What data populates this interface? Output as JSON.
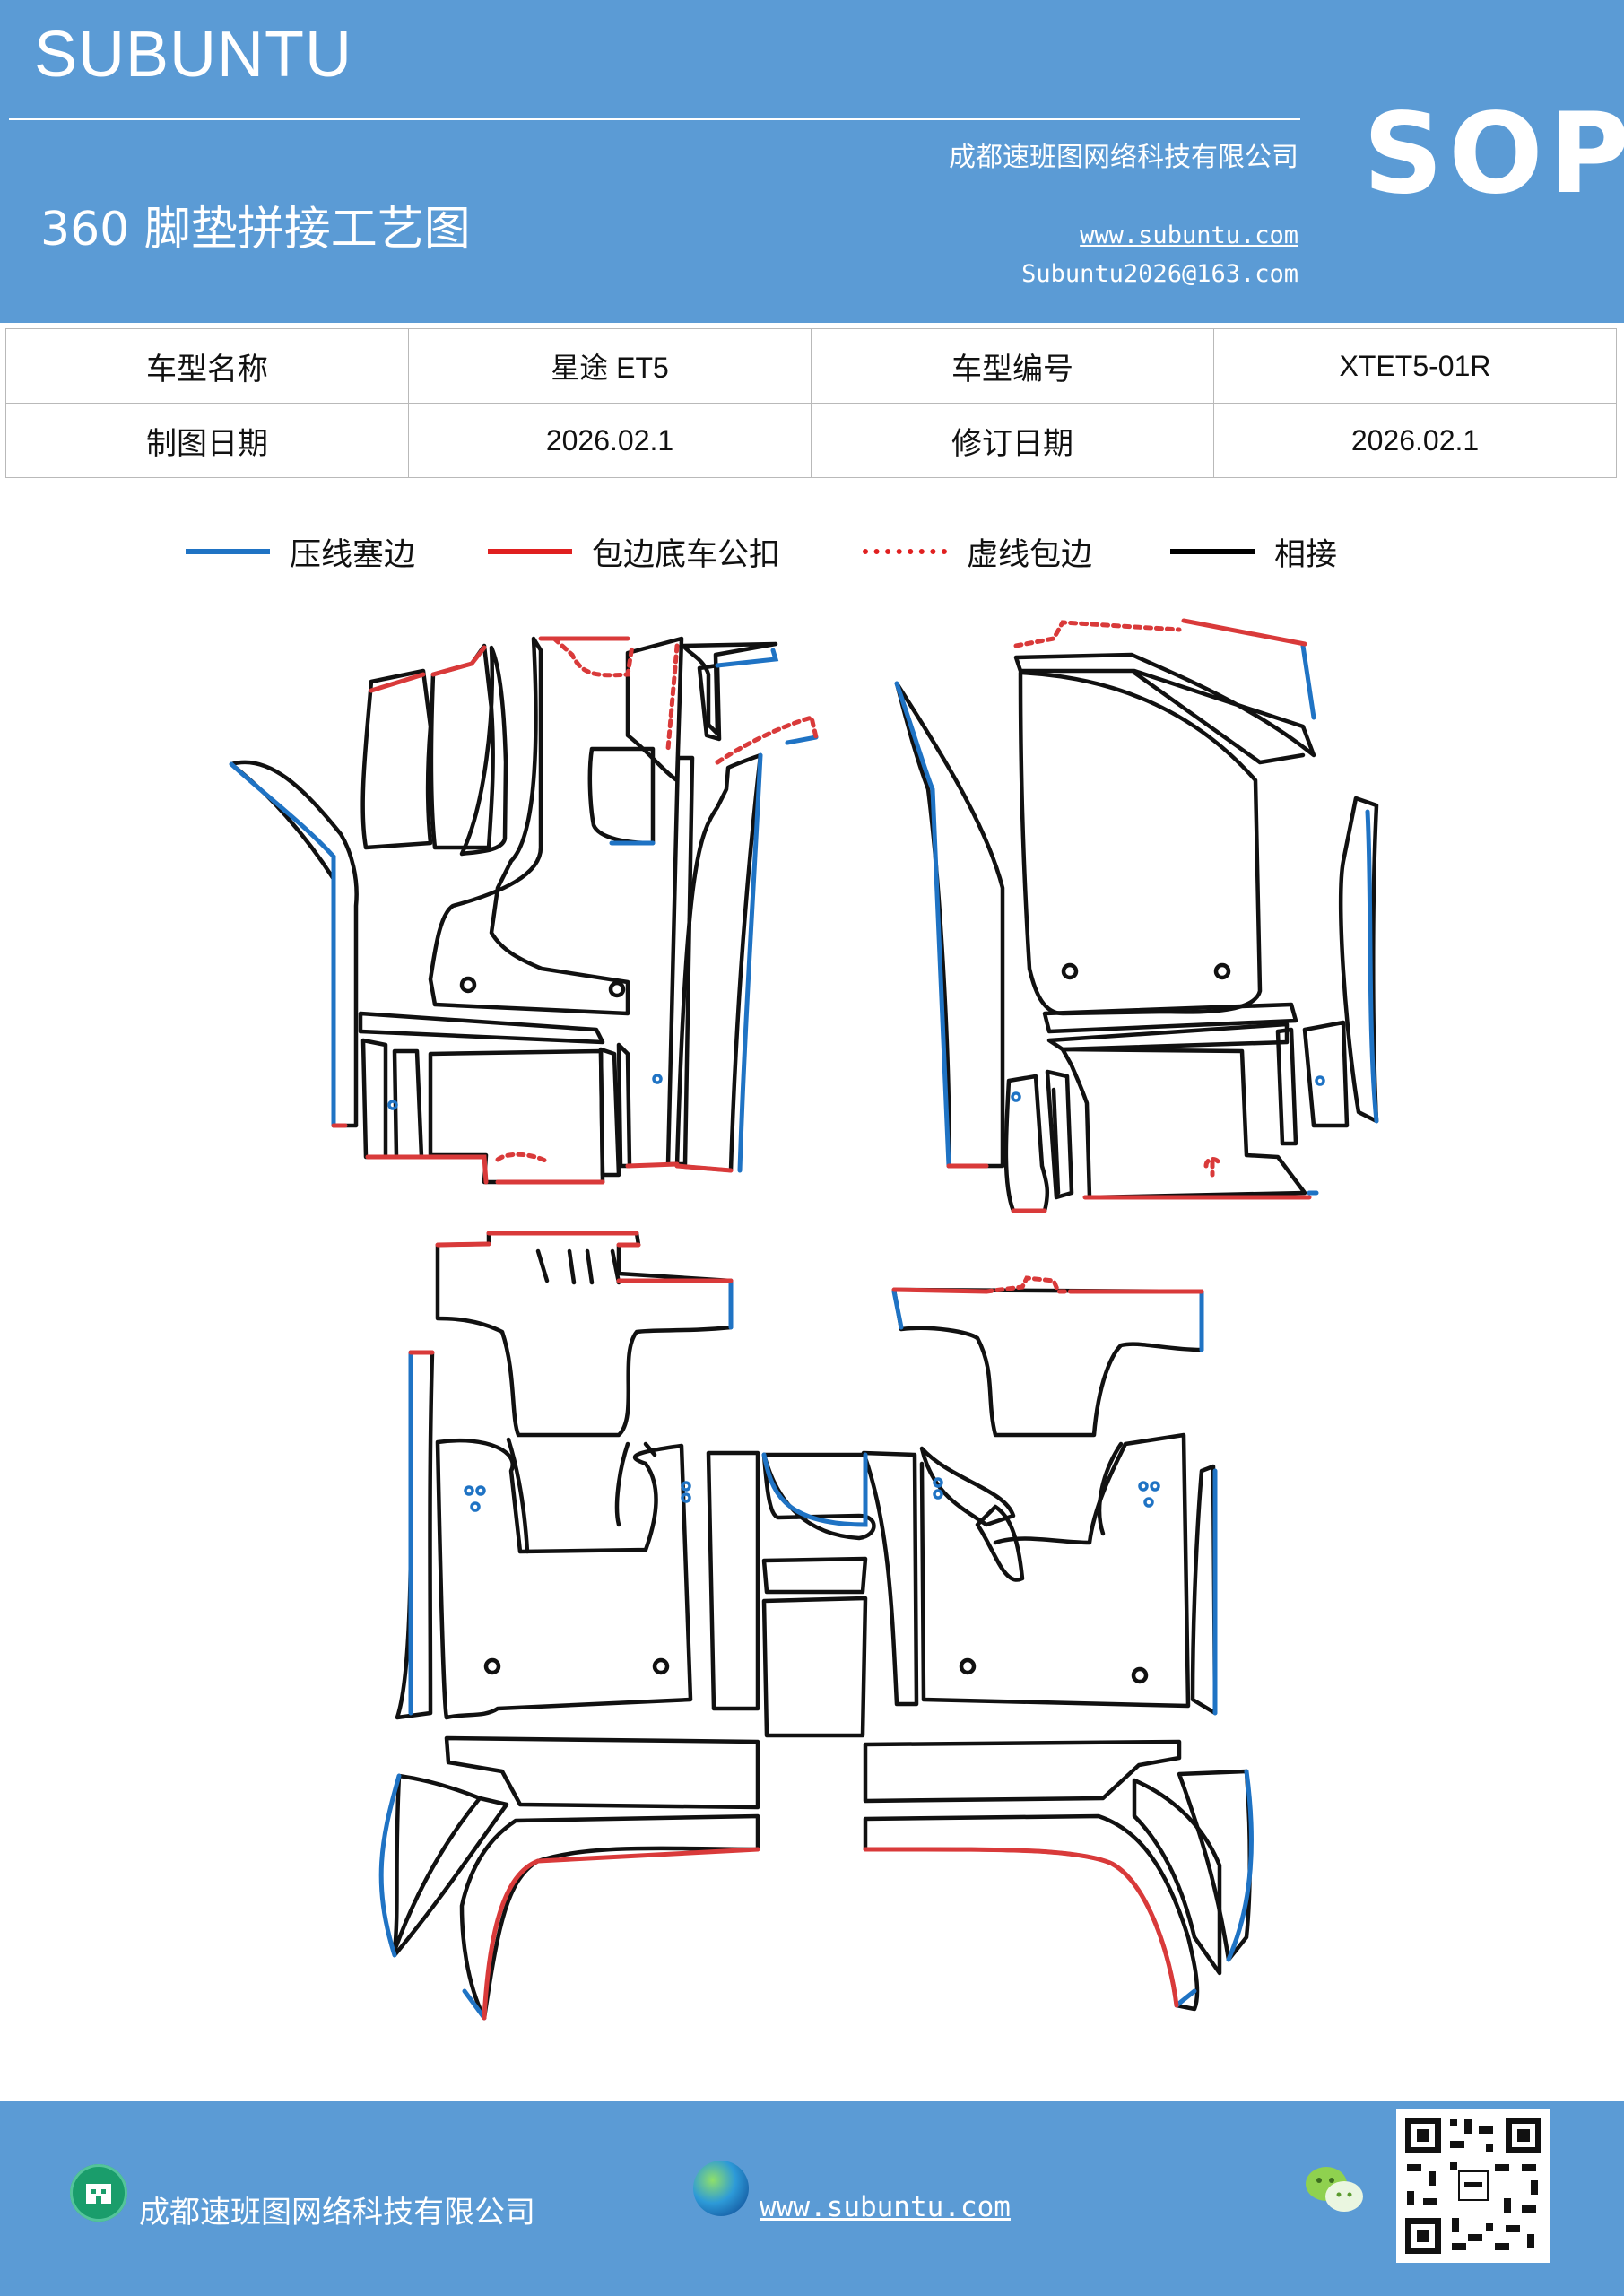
{
  "header": {
    "brand": "SUBUNTU",
    "company": "成都速班图网络科技有限公司",
    "title": "360 脚垫拼接工艺图",
    "website": "www.subuntu.com",
    "email": "Subuntu2026@163.com",
    "badge": "SOP"
  },
  "info_table": {
    "rows": [
      [
        "车型名称",
        "星途 ET5",
        "车型编号",
        "XTET5-01R"
      ],
      [
        "制图日期",
        "2026.02.1",
        "修订日期",
        "2026.02.1"
      ]
    ]
  },
  "legend": [
    {
      "label": "压线塞边",
      "color": "#1f73c4",
      "style": "solid"
    },
    {
      "label": "包边底车公扣",
      "color": "#e02020",
      "style": "solid"
    },
    {
      "label": "虚线包边",
      "color": "#e02020",
      "style": "dotted"
    },
    {
      "label": "相接",
      "color": "#000000",
      "style": "solid"
    }
  ],
  "colors": {
    "brand_blue": "#5b9bd5",
    "edge_blue": "#1f73c4",
    "edge_red": "#d93a3a",
    "outline": "#111111"
  },
  "footer": {
    "company": "成都速班图网络科技有限公司",
    "website": "www.subuntu.com",
    "icons": [
      "building-icon",
      "globe-icon",
      "wechat-icon",
      "qr-code"
    ]
  }
}
